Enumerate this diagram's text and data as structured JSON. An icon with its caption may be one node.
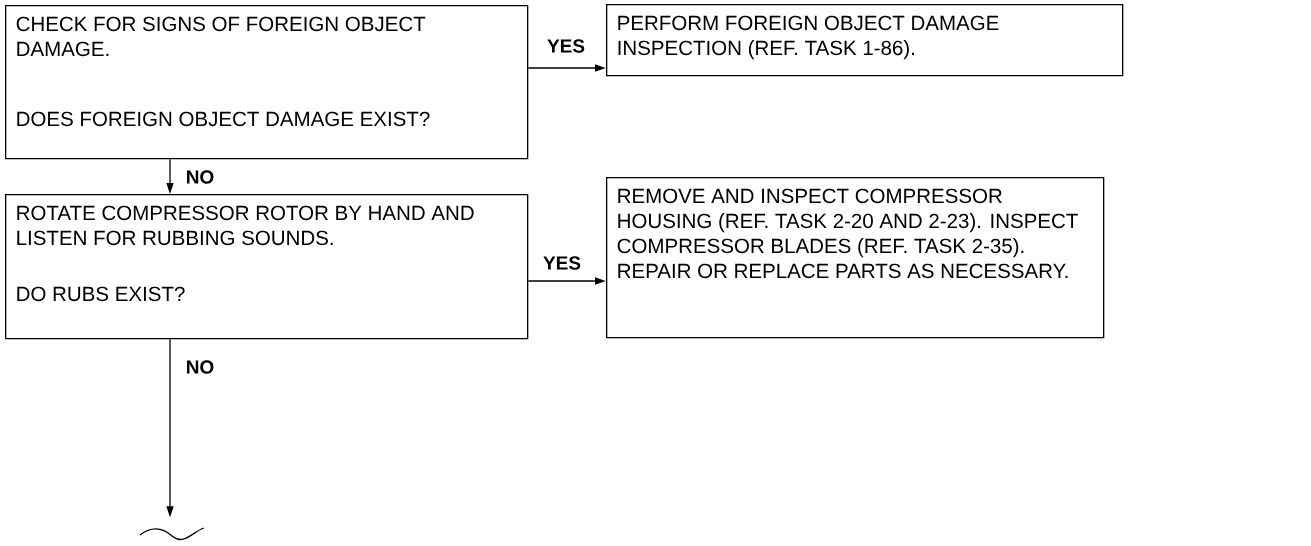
{
  "diagram": {
    "nodes": [
      {
        "text": [
          "CHECK FOR SIGNS OF FOREIGN OBJECT DAMAGE.",
          "DOES FOREIGN OBJECT DAMAGE EXIST?"
        ]
      },
      {
        "text": [
          "PERFORM FOREIGN OBJECT DAMAGE INSPECTION (REF. TASK 1-86)."
        ]
      },
      {
        "text": [
          "ROTATE COMPRESSOR ROTOR BY HAND AND LISTEN FOR RUBBING SOUNDS.",
          "DO RUBS EXIST?"
        ]
      },
      {
        "text": [
          "REMOVE AND INSPECT COMPRESSOR HOUSING (REF. TASK 2-20 AND 2-23). INSPECT COMPRESSOR BLADES (REF. TASK 2-35). REPAIR OR REPLACE PARTS AS NECESSARY."
        ]
      },
      {
        "text": [],
        "shape": "wave"
      }
    ],
    "edges": [
      {
        "from": 0,
        "to": 1,
        "arrow": "to",
        "label": "YES"
      },
      {
        "from": 0,
        "to": 2,
        "arrow": "to",
        "label": "NO"
      },
      {
        "from": 2,
        "to": 3,
        "arrow": "to",
        "label": "YES"
      },
      {
        "from": 2,
        "to": 4,
        "arrow": "to",
        "label": "NO"
      }
    ]
  }
}
